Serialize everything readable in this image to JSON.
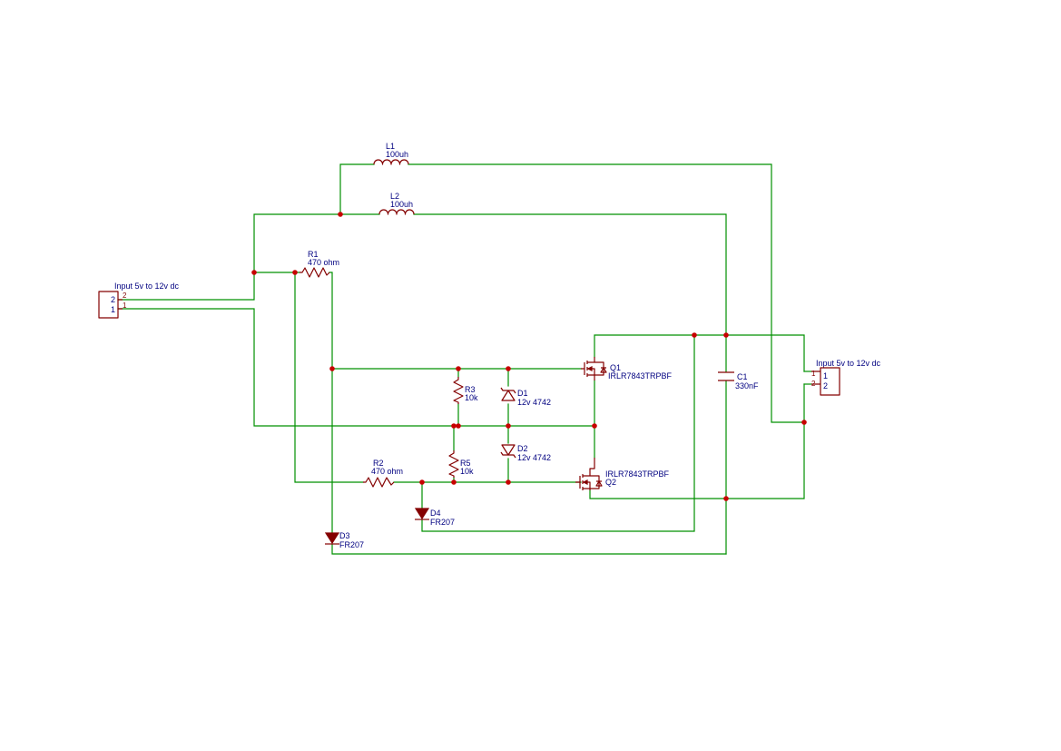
{
  "colors": {
    "background": "#ffffff",
    "wire": "#009000",
    "component": "#840000",
    "junction": "#c80000",
    "label": "#000080"
  },
  "components": {
    "L1": {
      "ref": "L1",
      "value": "100uh"
    },
    "L2": {
      "ref": "L2",
      "value": "100uh"
    },
    "R1": {
      "ref": "R1",
      "value": "470 ohm"
    },
    "R2": {
      "ref": "R2",
      "value": "470 ohm"
    },
    "R3": {
      "ref": "R3",
      "value": "10k"
    },
    "R5": {
      "ref": "R5",
      "value": "10k"
    },
    "D1": {
      "ref": "D1",
      "value": "12v 4742"
    },
    "D2": {
      "ref": "D2",
      "value": "12v 4742"
    },
    "D3": {
      "ref": "D3",
      "value": "FR207"
    },
    "D4": {
      "ref": "D4",
      "value": "FR207"
    },
    "Q1": {
      "ref": "Q1",
      "value": "IRLR7843TRPBF"
    },
    "Q2": {
      "ref": "Q2",
      "value": "IRLR7843TRPBF"
    },
    "C1": {
      "ref": "C1",
      "value": "330nF"
    }
  },
  "connectors": {
    "left": {
      "label": "Input 5v to 12v dc",
      "pins": [
        "2",
        "1"
      ]
    },
    "right": {
      "label": "Input 5v to 12v dc",
      "pins": [
        "1",
        "2"
      ]
    }
  }
}
